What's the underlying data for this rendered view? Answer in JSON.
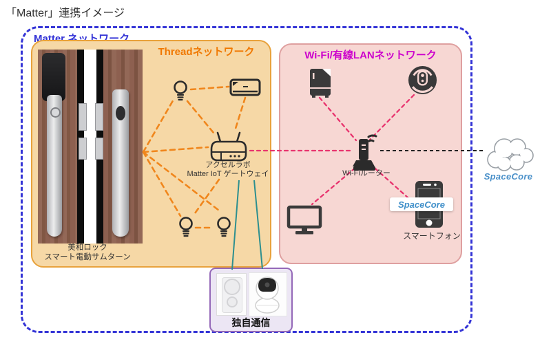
{
  "title": "「Matter」連携イメージ",
  "matter_network": {
    "label": "Matter ネットワーク"
  },
  "thread_network": {
    "label": "Threadネットワーク",
    "lock_caption": {
      "line1": "美和ロック",
      "line2": "スマート電動サムターン"
    },
    "gateway_caption": {
      "line1": "アクセルラボ",
      "line2": "Matter IoT ゲートウェイ"
    }
  },
  "wifi_network": {
    "label": "Wi-Fi/有線LANネットワーク",
    "router_label": "Wi-Fiルーター",
    "smartphone": {
      "label": "スマートフォン",
      "badge": "SpaceCore"
    }
  },
  "cloud": {
    "label": "SpaceCore"
  },
  "proprietary": {
    "label": "独自通信"
  },
  "icons": [
    "light-bulb-icon",
    "air-conditioner-icon",
    "matter-gateway-icon",
    "refrigerator-icon",
    "robot-vacuum-icon",
    "wifi-router-icon",
    "tv-icon",
    "smartphone-icon",
    "cloud-icon",
    "door-lock-photo",
    "wall-switch-photo",
    "pan-tilt-camera-photo"
  ],
  "colors": {
    "matter_border": "#3434d6",
    "thread_bg": "#f6d8a6",
    "thread_border": "#e8a23c",
    "thread_label": "#f07800",
    "wifi_bg": "#f7d7d3",
    "wifi_border": "#dfa0a0",
    "wifi_label": "#cc00cc",
    "proprietary_bg": "#ece6f4",
    "proprietary_border": "#9468b8",
    "orange_line": "#f0861c",
    "pink_line": "#e8346e",
    "teal_line": "#2d8f8f",
    "black_line": "#222222",
    "spacecore_blue": "#3f8fc9",
    "icon_dark": "#3a3a3a"
  }
}
